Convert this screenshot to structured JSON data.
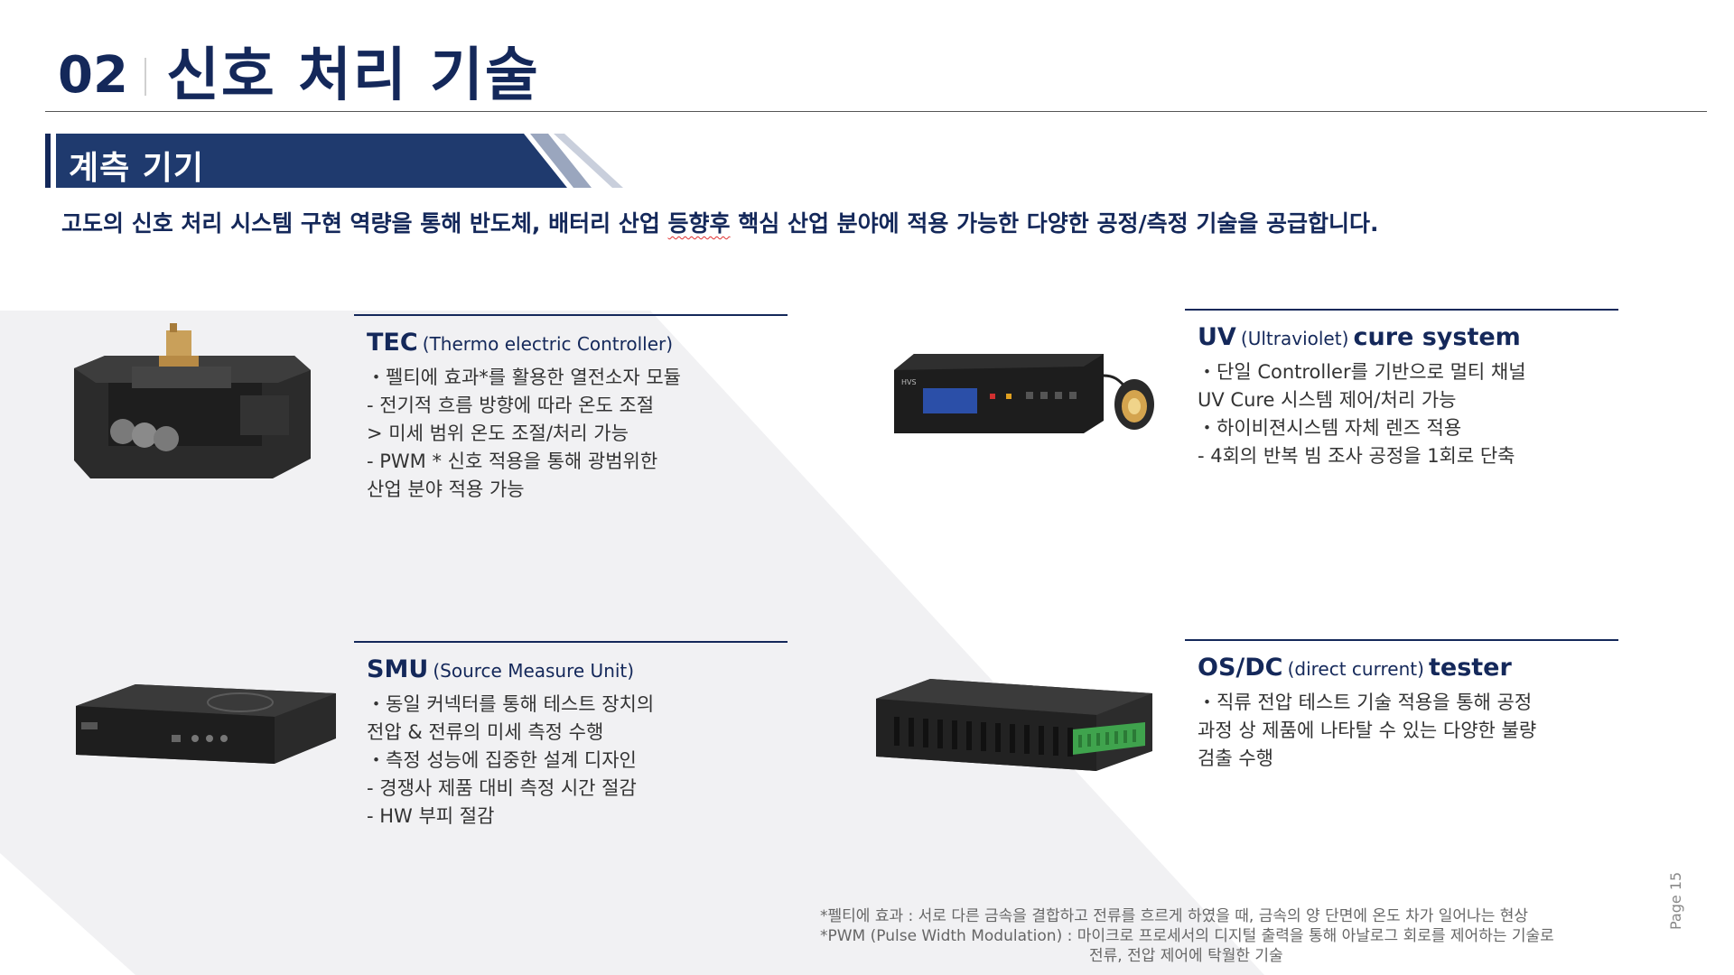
{
  "header": {
    "number": "02",
    "title": "신호 처리 기술"
  },
  "section": {
    "label": "계측 기기"
  },
  "intro": {
    "text_a": "고도의 신호 처리 시스템 구현 역량을 통해 반도체, 배터리 산업 ",
    "text_b": "등향후",
    "text_c": " 핵심 산업 분야에 적용 가능한 다양한 공정/측정 기술을 공급합니다."
  },
  "blocks": {
    "tec": {
      "title_main": "TEC",
      "title_paren": "(Thermo electric Controller)",
      "lines": [
        "・펠티에 효과*를 활용한 열전소자 모듈",
        " - 전기적 흐름 방향에 따라 온도 조절",
        "   > 미세 범위 온도 조절/처리 가능",
        " - PWM * 신호 적용을 통해 광범위한",
        "   산업 분야 적용 가능"
      ]
    },
    "uv": {
      "title_main_a": "UV",
      "title_paren": "(Ultraviolet)",
      "title_main_b": "cure system",
      "lines": [
        "・단일 Controller를 기반으로 멀티 채널",
        "   UV Cure 시스템 제어/처리 가능",
        "・하이비젼시스템 자체 렌즈 적용",
        " - 4회의 반복 빔 조사 공정을 1회로 단축"
      ]
    },
    "smu": {
      "title_main": "SMU",
      "title_paren": "(Source Measure Unit)",
      "lines": [
        "・동일 커넥터를 통해 테스트 장치의",
        "  전압 & 전류의 미세 측정 수행",
        "・측정 성능에 집중한 설계 디자인",
        " - 경쟁사 제품 대비 측정 시간 절감",
        " - HW 부피 절감"
      ]
    },
    "osdc": {
      "title_main_a": "OS/DC",
      "title_paren": "(direct current)",
      "title_main_b": "tester",
      "lines": [
        "・직류 전압 테스트 기술 적용을 통해 공정",
        "과정 상 제품에 나타탈 수 있는 다양한 불량",
        "검출 수행"
      ]
    }
  },
  "footnotes": {
    "line1": "*펠티에 효과 : 서로 다른 금속을 결합하고 전류를 흐르게 하였을 때, 금속의 양 단면에 온도 차가 일어나는 현상",
    "line2": "*PWM (Pulse Width Modulation) :  마이크로 프로세서의 디지털 출력을 통해 아날로그 회로를 제어하는 기술로",
    "line3": "전류, 전압 제어에 탁월한 기술"
  },
  "page": {
    "label": "Page 15"
  },
  "products": {
    "uv_brand": "HVS"
  },
  "colors": {
    "navy": "#14285a",
    "banner": "#1f3a6e",
    "bg_gray": "#f1f1f3"
  }
}
